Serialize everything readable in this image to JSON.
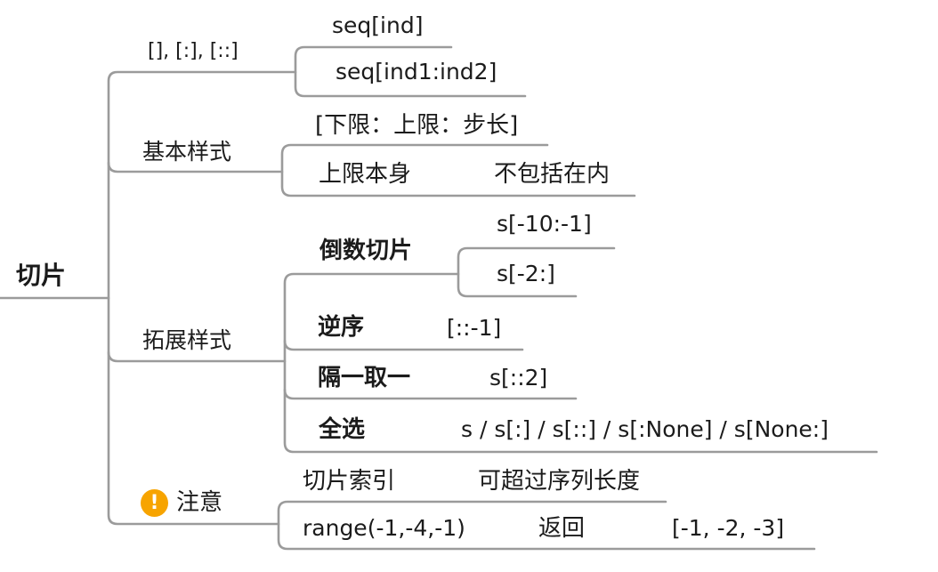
{
  "diagram_type": "mindmap",
  "colors": {
    "background": "#ffffff",
    "connector_line": "#9b9b9b",
    "text": "#1b1b1b",
    "warning_icon_fill": "#f7a400",
    "warning_icon_glyph_color": "#ffffff"
  },
  "root": {
    "label": "切片"
  },
  "branches": [
    {
      "label": "[], [:], [::]",
      "children": [
        {
          "label": "seq[ind]"
        },
        {
          "label": "seq[ind1:ind2]"
        }
      ]
    },
    {
      "label": "基本样式",
      "children": [
        {
          "label": "[下限：上限：步长]"
        },
        {
          "label": "上限本身",
          "note": "不包括在内"
        }
      ]
    },
    {
      "label": "拓展样式",
      "children": [
        {
          "label": "倒数切片",
          "children": [
            {
              "label": "s[-10:-1]"
            },
            {
              "label": "s[-2:]"
            }
          ]
        },
        {
          "label": "逆序",
          "note": "[::-1]"
        },
        {
          "label": "隔一取一",
          "note": "s[::2]"
        },
        {
          "label": "全选",
          "note": "s / s[:] / s[::] / s[:None] / s[None:]"
        }
      ]
    },
    {
      "label": "注意",
      "icon": "warning-icon",
      "icon_glyph": "!",
      "children": [
        {
          "label": "切片索引",
          "note": "可超过序列长度"
        },
        {
          "label": "range(-1,-4,-1)",
          "note": "返回",
          "note2": "[-1, -2, -3]"
        }
      ]
    }
  ]
}
